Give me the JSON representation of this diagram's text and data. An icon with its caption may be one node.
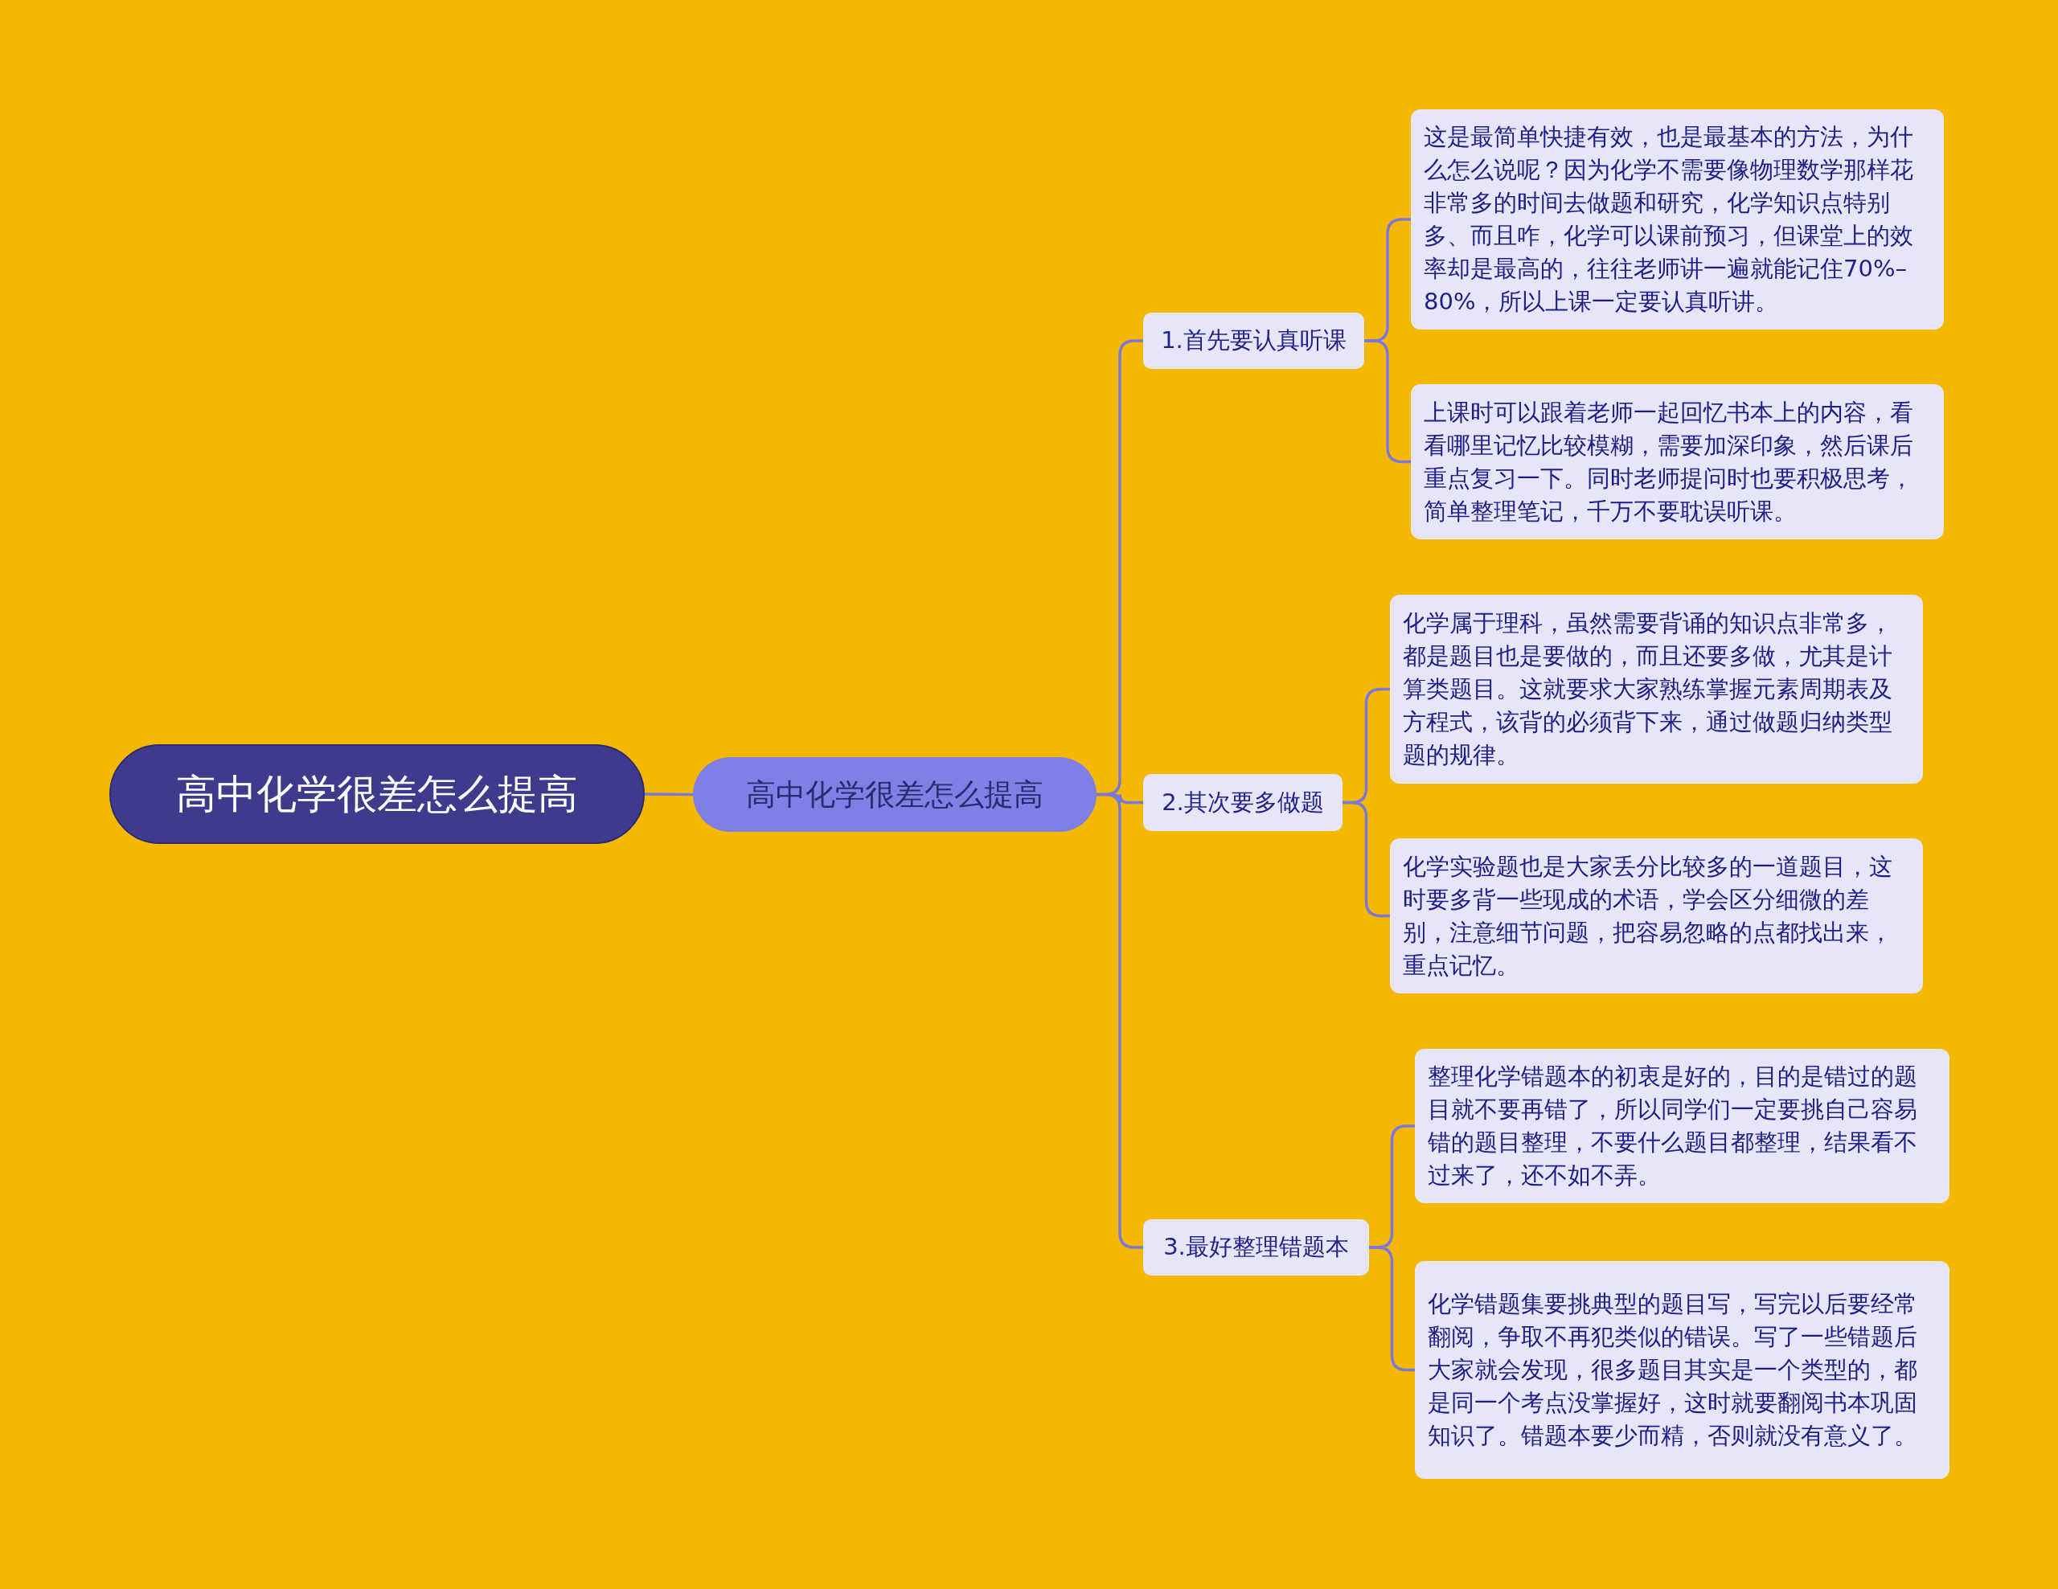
{
  "diagram": {
    "nodes": [
      {
        "text": [
          "高中化学很差怎么提高"
        ]
      },
      {
        "text": [
          "高中化学很差怎么提高"
        ]
      },
      {
        "text": [
          "1.首先要认真听课"
        ]
      },
      {
        "text": [
          "这是最简单快捷有效，也是最基本的方法，为什么怎么说呢？因为化学不需要像物理数学那样花非常多的时间去做题和研究，化学知识点特别多、而且咋，化学可以课前预习，但课堂上的效率却是最高的，往往老师讲一遍就能记住70%–80%，所以上课一定要认真听讲。"
        ]
      },
      {
        "text": [
          "上课时可以跟着老师一起回忆书本上的内容，看看哪里记忆比较模糊，需要加深印象，然后课后重点复习一下。同时老师提问时也要积极思考，简单整理笔记，千万不要耽误听课。"
        ]
      },
      {
        "text": [
          "2.其次要多做题"
        ]
      },
      {
        "text": [
          "化学属于理科，虽然需要背诵的知识点非常多，都是题目也是要做的，而且还要多做，尤其是计算类题目。这就要求大家熟练掌握元素周期表及方程式，该背的必须背下来，通过做题归纳类型题的规律。"
        ]
      },
      {
        "text": [
          "化学实验题也是大家丢分比较多的一道题目，这时要多背一些现成的术语，学会区分细微的差别，注意细节问题，把容易忽略的点都找出来，重点记忆。"
        ]
      },
      {
        "text": [
          "3.最好整理错题本"
        ]
      },
      {
        "text": [
          "整理化学错题本的初衷是好的，目的是错过的题目就不要再错了，所以同学们一定要挑自己容易错的题目整理，不要什么题目都整理，结果看不过来了，还不如不弄。"
        ]
      },
      {
        "text": [
          "化学错题集要挑典型的题目写，写完以后要经常翻阅，争取不再犯类似的错误。写了一些错题后大家就会发现，很多题目其实是一个类型的，都是同一个考点没掌握好，这时就要翻阅书本巩固知识了。错题本要少而精，否则就没有意义了。"
        ]
      }
    ],
    "edges": [
      {
        "from": 0,
        "to": 1,
        "arrow": "none"
      },
      {
        "from": 1,
        "to": 2,
        "arrow": "none"
      },
      {
        "from": 1,
        "to": 5,
        "arrow": "none"
      },
      {
        "from": 1,
        "to": 8,
        "arrow": "none"
      },
      {
        "from": 2,
        "to": 3,
        "arrow": "none"
      },
      {
        "from": 2,
        "to": 4,
        "arrow": "none"
      },
      {
        "from": 5,
        "to": 6,
        "arrow": "none"
      },
      {
        "from": 5,
        "to": 7,
        "arrow": "none"
      },
      {
        "from": 8,
        "to": 9,
        "arrow": "none"
      },
      {
        "from": 8,
        "to": 10,
        "arrow": "none"
      }
    ]
  }
}
